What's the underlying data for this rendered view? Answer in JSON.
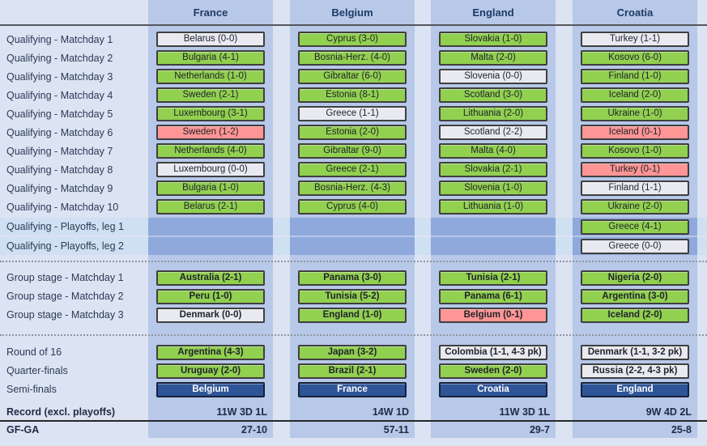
{
  "colors": {
    "page_bg": "#dce3f2",
    "column_strip": "#b7c8e8",
    "win": "#92d050",
    "draw": "#e9eaf0",
    "loss": "#ff9595",
    "advance": "#2e5597",
    "playoff_band": "#cfe0f2",
    "playoff_cell": "#8fa9dc",
    "header_text": "#1f3a66"
  },
  "chart_data": {
    "type": "table",
    "columns": [
      {
        "label": "France"
      },
      {
        "label": "Belgium"
      },
      {
        "label": "England"
      },
      {
        "label": "Croatia"
      }
    ],
    "q": [
      {
        "label": "Qualifying - Matchday 1",
        "cells": [
          {
            "t": "Belarus (0-0)",
            "r": "draw"
          },
          {
            "t": "Cyprus (3-0)",
            "r": "win"
          },
          {
            "t": "Slovakia (1-0)",
            "r": "win"
          },
          {
            "t": "Turkey (1-1)",
            "r": "draw"
          }
        ]
      },
      {
        "label": "Qualifying - Matchday 2",
        "cells": [
          {
            "t": "Bulgaria (4-1)",
            "r": "win"
          },
          {
            "t": "Bosnia-Herz. (4-0)",
            "r": "win"
          },
          {
            "t": "Malta (2-0)",
            "r": "win"
          },
          {
            "t": "Kosovo (6-0)",
            "r": "win"
          }
        ]
      },
      {
        "label": "Qualifying - Matchday 3",
        "cells": [
          {
            "t": "Netherlands (1-0)",
            "r": "win"
          },
          {
            "t": "Gibraltar (6-0)",
            "r": "win"
          },
          {
            "t": "Slovenia (0-0)",
            "r": "draw"
          },
          {
            "t": "Finland (1-0)",
            "r": "win"
          }
        ]
      },
      {
        "label": "Qualifying - Matchday 4",
        "cells": [
          {
            "t": "Sweden (2-1)",
            "r": "win"
          },
          {
            "t": "Estonia (8-1)",
            "r": "win"
          },
          {
            "t": "Scotland (3-0)",
            "r": "win"
          },
          {
            "t": "Iceland (2-0)",
            "r": "win"
          }
        ]
      },
      {
        "label": "Qualifying - Matchday 5",
        "cells": [
          {
            "t": "Luxembourg (3-1)",
            "r": "win"
          },
          {
            "t": "Greece (1-1)",
            "r": "draw"
          },
          {
            "t": "Lithuania (2-0)",
            "r": "win"
          },
          {
            "t": "Ukraine (1-0)",
            "r": "win"
          }
        ]
      },
      {
        "label": "Qualifying - Matchday 6",
        "cells": [
          {
            "t": "Sweden (1-2)",
            "r": "loss"
          },
          {
            "t": "Estonia (2-0)",
            "r": "win"
          },
          {
            "t": "Scotland (2-2)",
            "r": "draw"
          },
          {
            "t": "Iceland (0-1)",
            "r": "loss"
          }
        ]
      },
      {
        "label": "Qualifying - Matchday 7",
        "cells": [
          {
            "t": "Netherlands (4-0)",
            "r": "win"
          },
          {
            "t": "Gibraltar (9-0)",
            "r": "win"
          },
          {
            "t": "Malta (4-0)",
            "r": "win"
          },
          {
            "t": "Kosovo (1-0)",
            "r": "win"
          }
        ]
      },
      {
        "label": "Qualifying - Matchday 8",
        "cells": [
          {
            "t": "Luxembourg (0-0)",
            "r": "draw"
          },
          {
            "t": "Greece (2-1)",
            "r": "win"
          },
          {
            "t": "Slovakia (2-1)",
            "r": "win"
          },
          {
            "t": "Turkey (0-1)",
            "r": "loss"
          }
        ]
      },
      {
        "label": "Qualifying - Matchday 9",
        "cells": [
          {
            "t": "Bulgaria (1-0)",
            "r": "win"
          },
          {
            "t": "Bosnia-Herz. (4-3)",
            "r": "win"
          },
          {
            "t": "Slovenia (1-0)",
            "r": "win"
          },
          {
            "t": "Finland (1-1)",
            "r": "draw"
          }
        ]
      },
      {
        "label": "Qualifying - Matchday 10",
        "cells": [
          {
            "t": "Belarus (2-1)",
            "r": "win"
          },
          {
            "t": "Cyprus (4-0)",
            "r": "win"
          },
          {
            "t": "Lithuania (1-0)",
            "r": "win"
          },
          {
            "t": "Ukraine (2-0)",
            "r": "win"
          }
        ]
      }
    ],
    "po": [
      {
        "label": "Qualifying - Playoffs, leg 1",
        "croatia": {
          "t": "Greece (4-1)",
          "r": "win"
        }
      },
      {
        "label": "Qualifying - Playoffs, leg 2",
        "croatia": {
          "t": "Greece (0-0)",
          "r": "draw"
        }
      }
    ],
    "g": [
      {
        "label": "Group stage - Matchday 1",
        "cells": [
          {
            "t": "Australia (2-1)",
            "r": "win"
          },
          {
            "t": "Panama (3-0)",
            "r": "win"
          },
          {
            "t": "Tunisia (2-1)",
            "r": "win"
          },
          {
            "t": "Nigeria (2-0)",
            "r": "win"
          }
        ]
      },
      {
        "label": "Group stage - Matchday 2",
        "cells": [
          {
            "t": "Peru (1-0)",
            "r": "win"
          },
          {
            "t": "Tunisia (5-2)",
            "r": "win"
          },
          {
            "t": "Panama (6-1)",
            "r": "win"
          },
          {
            "t": "Argentina (3-0)",
            "r": "win"
          }
        ]
      },
      {
        "label": "Group stage - Matchday 3",
        "cells": [
          {
            "t": "Denmark (0-0)",
            "r": "draw"
          },
          {
            "t": "England (1-0)",
            "r": "win"
          },
          {
            "t": "Belgium (0-1)",
            "r": "loss"
          },
          {
            "t": "Iceland (2-0)",
            "r": "win"
          }
        ]
      }
    ],
    "k": [
      {
        "label": "Round of 16",
        "cells": [
          {
            "t": "Argentina (4-3)",
            "r": "win"
          },
          {
            "t": "Japan (3-2)",
            "r": "win"
          },
          {
            "t": "Colombia (1-1, 4-3 pk)",
            "r": "draw"
          },
          {
            "t": "Denmark (1-1, 3-2 pk)",
            "r": "draw"
          }
        ]
      },
      {
        "label": "Quarter-finals",
        "cells": [
          {
            "t": "Uruguay (2-0)",
            "r": "win"
          },
          {
            "t": "Brazil (2-1)",
            "r": "win"
          },
          {
            "t": "Sweden (2-0)",
            "r": "win"
          },
          {
            "t": "Russia (2-2, 4-3 pk)",
            "r": "draw"
          }
        ]
      },
      {
        "label": "Semi-finals",
        "cells": [
          {
            "t": "Belgium",
            "r": "adv"
          },
          {
            "t": "France",
            "r": "adv"
          },
          {
            "t": "Croatia",
            "r": "adv"
          },
          {
            "t": "England",
            "r": "adv"
          }
        ]
      }
    ],
    "footer": {
      "record_label": "Record (excl. playoffs)",
      "record": [
        "11W 3D 1L",
        "14W 1D",
        "11W 3D 1L",
        "9W 4D 2L"
      ],
      "gfga_label": "GF-GA",
      "gfga": [
        "27-10",
        "57-11",
        "29-7",
        "25-8"
      ]
    }
  }
}
